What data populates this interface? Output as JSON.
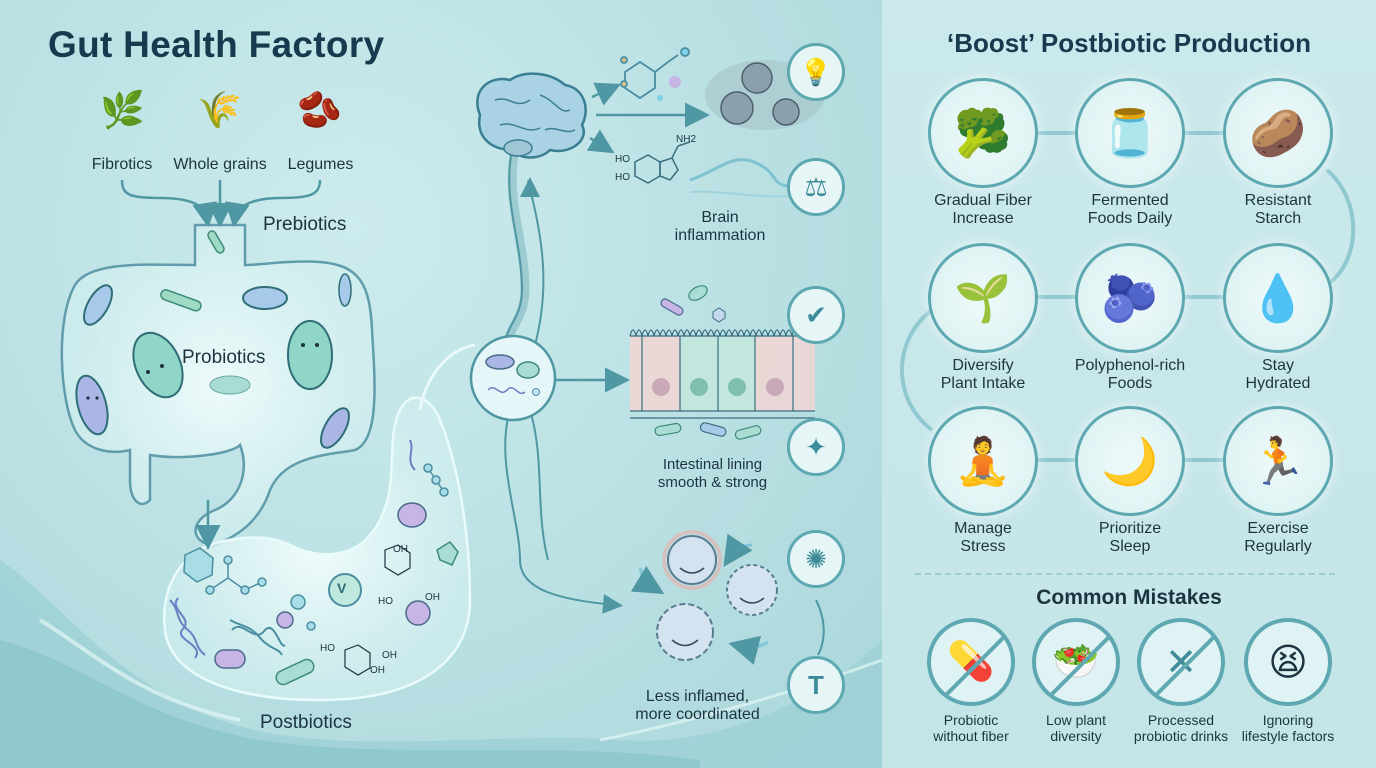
{
  "title": "Gut Health Factory",
  "foods": [
    {
      "label": "Fibrotics",
      "icon": "wheat-stalks-icon",
      "glyph": "🌿"
    },
    {
      "label": "Whole grains",
      "icon": "wheat-grain-icon",
      "glyph": "🌾"
    },
    {
      "label": "Legumes",
      "icon": "beans-icon",
      "glyph": "🫘"
    }
  ],
  "stages": {
    "prebiotics": "Prebiotics",
    "probiotics": "Probiotics",
    "postbiotics": "Postbiotics"
  },
  "effects": {
    "brain": {
      "label_line1": "Brain",
      "label_line2": "inflammation",
      "icons": [
        "lightbulb-icon",
        "balance-scale-icon"
      ],
      "glyphs": [
        "💡",
        "⚖"
      ]
    },
    "lining": {
      "label_line1": "Intestinal lining",
      "label_line2": "smooth & strong",
      "icons": [
        "shield-check-icon",
        "shield-star-icon"
      ],
      "glyphs": [
        "✔",
        "✦"
      ]
    },
    "immune": {
      "label_line1": "Less inflamed,",
      "label_line2": "more coordinated",
      "icons": [
        "immune-cell-icon",
        "t-cell-icon"
      ],
      "glyphs": [
        "✺",
        "T"
      ]
    }
  },
  "molecules": {
    "serotonin_nh2": "NH2",
    "serotonin_ho1": "HO",
    "serotonin_ho2": "HO",
    "vitamin": "V",
    "oh_labels": [
      "OH",
      "HO",
      "OH",
      "HO",
      "OH",
      "OH"
    ]
  },
  "boost": {
    "title": "‘Boost’ Postbiotic Production",
    "tips": [
      {
        "line1": "Gradual Fiber",
        "line2": "Increase",
        "icon": "vegetable-plate-clock-icon",
        "glyph": "🥦"
      },
      {
        "line1": "Fermented",
        "line2": "Foods Daily",
        "icon": "fermented-jar-icon",
        "glyph": "🫙"
      },
      {
        "line1": "Resistant",
        "line2": "Starch",
        "icon": "potato-rice-icon",
        "glyph": "🥔"
      },
      {
        "line1": "Diversify",
        "line2": "Plant Intake",
        "icon": "plants-grid-icon",
        "glyph": "🌱"
      },
      {
        "line1": "Polyphenol-rich",
        "line2": "Foods",
        "icon": "berries-tea-chocolate-icon",
        "glyph": "🫐"
      },
      {
        "line1": "Stay",
        "line2": "Hydrated",
        "icon": "water-bottle-glass-icon",
        "glyph": "💧"
      },
      {
        "line1": "Manage",
        "line2": "Stress",
        "icon": "meditation-tree-icon",
        "glyph": "🧘"
      },
      {
        "line1": "Prioritize",
        "line2": "Sleep",
        "icon": "sleeping-moon-icon",
        "glyph": "🌙"
      },
      {
        "line1": "Exercise",
        "line2": "Regularly",
        "icon": "runner-heart-icon",
        "glyph": "🏃"
      }
    ]
  },
  "mistakes": {
    "title": "Common Mistakes",
    "items": [
      {
        "line1": "Probiotic",
        "line2": "without fiber",
        "icon": "supplement-bottle-icon",
        "glyph": "💊"
      },
      {
        "line1": "Low plant",
        "line2": "diversity",
        "icon": "salad-plate-icon",
        "glyph": "🥗"
      },
      {
        "line1": "Processed",
        "line2": "probiotic drinks",
        "icon": "processed-packet-icon",
        "glyph": "✕"
      },
      {
        "line1": "Ignoring",
        "line2": "lifestyle factors",
        "icon": "stressed-person-clock-icon",
        "glyph": "😫"
      }
    ]
  },
  "colors": {
    "accent": "#5ea8b2",
    "title": "#173a4f",
    "text": "#1d3440",
    "bg_left": "#b9e0e3",
    "bg_right": "#c7e7ea"
  }
}
